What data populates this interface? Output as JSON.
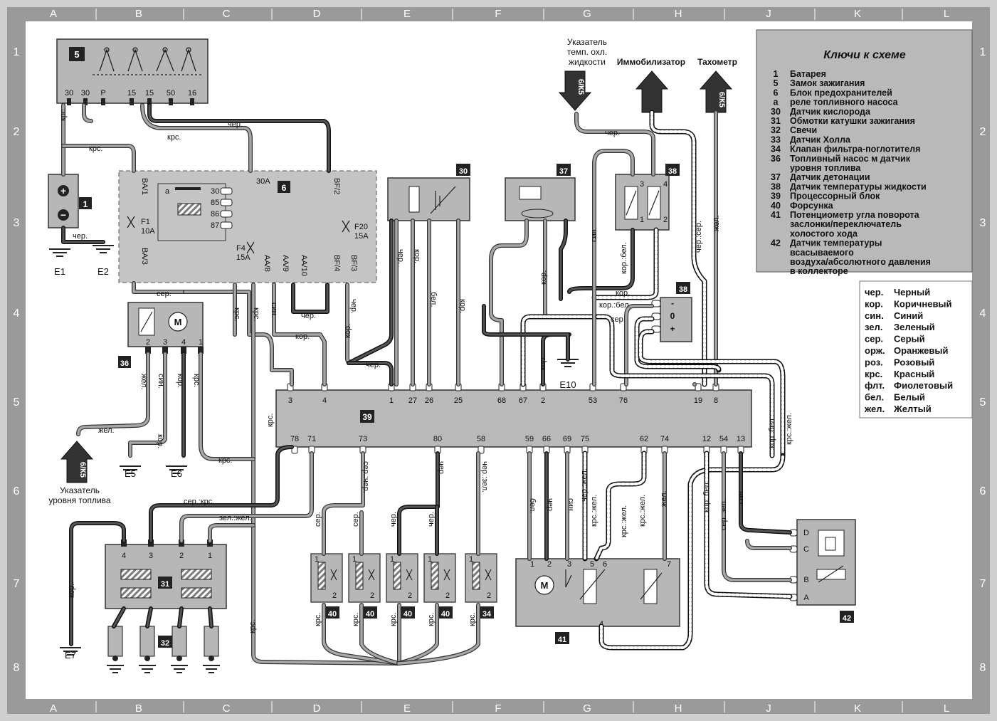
{
  "border": {
    "columns": [
      "A",
      "B",
      "C",
      "D",
      "E",
      "F",
      "G",
      "H",
      "J",
      "K",
      "L"
    ],
    "rows": [
      "1",
      "2",
      "3",
      "4",
      "5",
      "6",
      "7",
      "8"
    ]
  },
  "key": {
    "title": "Ключи к схеме",
    "items": [
      {
        "num": "1",
        "text": "Батарея"
      },
      {
        "num": "5",
        "text": "Замок зажигания"
      },
      {
        "num": "6",
        "text": "Блок предохранителей"
      },
      {
        "num": "a",
        "text": "реле топливного насоса"
      },
      {
        "num": "30",
        "text": "Датчик кислорода"
      },
      {
        "num": "31",
        "text": "Обмотки катушки зажигания"
      },
      {
        "num": "32",
        "text": "Свечи"
      },
      {
        "num": "33",
        "text": "Датчик Холла"
      },
      {
        "num": "34",
        "text": "Клапан фильтра-поглотителя"
      },
      {
        "num": "36",
        "text": "Топливный насос м датчик"
      },
      {
        "num": "",
        "text": "уровня топлива"
      },
      {
        "num": "37",
        "text": "Датчик детонации"
      },
      {
        "num": "38",
        "text": "Датчик температуры жидкости"
      },
      {
        "num": "39",
        "text": "Процессорный блок"
      },
      {
        "num": "40",
        "text": "Форсунка"
      },
      {
        "num": "41",
        "text": "Потенциометр угла поворота"
      },
      {
        "num": "",
        "text": "заслонки/переключатель"
      },
      {
        "num": "",
        "text": "холостого хода"
      },
      {
        "num": "42",
        "text": "Датчик температуры"
      },
      {
        "num": "",
        "text": "всасываемого"
      },
      {
        "num": "",
        "text": "воздуха/абсолютного давления"
      },
      {
        "num": "",
        "text": "в коллекторе"
      }
    ]
  },
  "colors_legend": [
    {
      "code": "чер.",
      "name": "Черный"
    },
    {
      "code": "кор.",
      "name": "Коричневый"
    },
    {
      "code": "син.",
      "name": "Синий"
    },
    {
      "code": "зел.",
      "name": "Зеленый"
    },
    {
      "code": "сер.",
      "name": "Серый"
    },
    {
      "code": "орж.",
      "name": "Оранжевый"
    },
    {
      "code": "роз.",
      "name": "Розовый"
    },
    {
      "code": "крс.",
      "name": "Красный"
    },
    {
      "code": "флт.",
      "name": "Фиолетовый"
    },
    {
      "code": "бел.",
      "name": "Белый"
    },
    {
      "code": "жел.",
      "name": "Желтый"
    }
  ],
  "arrows": [
    {
      "ref": "6/К5",
      "label1": "Указатель",
      "label2": "темп. охл.",
      "label3": "жидкости"
    },
    {
      "ref": "",
      "label1": "Иммобилизатор",
      "label2": "",
      "label3": ""
    },
    {
      "ref": "6/К5",
      "label1": "Тахометр",
      "label2": "",
      "label3": ""
    },
    {
      "ref": "6/К5",
      "label1": "Указатель",
      "label2": "уровня топлива",
      "label3": ""
    }
  ],
  "ignition": {
    "id": "5",
    "pins": [
      "30",
      "30",
      "P",
      "15",
      "15",
      "50",
      "16"
    ]
  },
  "battery": {
    "id": "1"
  },
  "fusebox": {
    "id": "6",
    "relay_label": "a",
    "relay_pins": [
      "30",
      "85",
      "86",
      "87"
    ],
    "top_30a": "30A",
    "conn": [
      "BA/1",
      "BF/2",
      "BA/3",
      "BF/3",
      "BF/4",
      "AA/8",
      "AA/9",
      "AA/10"
    ],
    "fuses": [
      {
        "name": "F1",
        "rating": "10A"
      },
      {
        "name": "F4",
        "rating": "15A"
      },
      {
        "name": "F20",
        "rating": "15A"
      }
    ]
  },
  "grounds": [
    "E1",
    "E2",
    "E5",
    "E6",
    "E7",
    "E10"
  ],
  "ecu": {
    "id": "39",
    "top_pins": [
      "3",
      "4",
      "1",
      "27",
      "26",
      "25",
      "68",
      "67",
      "2",
      "53",
      "76",
      "19",
      "8"
    ],
    "bottom_pins": [
      "78",
      "71",
      "73",
      "80",
      "58",
      "59",
      "66",
      "69",
      "75",
      "62",
      "74",
      "12",
      "54",
      "13"
    ]
  },
  "components": {
    "c30": "30",
    "c37": "37",
    "c38a": "38",
    "c38b": "38",
    "c36": "36",
    "c31": "31",
    "c32": "32",
    "c40a": "40",
    "c40b": "40",
    "c40c": "40",
    "c40d": "40",
    "c34": "34",
    "c41": "41",
    "c42": "42"
  },
  "pins": {
    "sensor38": [
      "3",
      "4",
      "1",
      "2"
    ],
    "sensor38b": [
      "-",
      "0",
      "+"
    ],
    "pump36": [
      "2",
      "3",
      "4",
      "1"
    ],
    "coil31": [
      "4",
      "3",
      "2",
      "1"
    ],
    "inj": [
      "1",
      "2"
    ],
    "pot41": [
      "1",
      "2",
      "3",
      "5",
      "6",
      "7",
      "4"
    ],
    "map42": [
      "D",
      "C",
      "B",
      "A"
    ],
    "motor": "M"
  },
  "wires": {
    "chr": "чер.",
    "krs": "крс.",
    "ser": "сер.",
    "kor": "кор.",
    "bel": "бел.",
    "sin": "син.",
    "zhel": "жел.",
    "zel_zhel": "зел.:жел.",
    "ser_krs": "сер.:крс.",
    "ser_chr": "сер.:чер.",
    "chr_zel": "чер.:зел.",
    "chr_zhel": "чер.:жел.",
    "krs_zhel": "крс.:жел.",
    "kor_bel": "кор.:бел.",
    "ser_zel": "сер.:зел.",
    "chr_ser": "чер.:сер.",
    "krs_zhel2": "крс.:жел."
  }
}
